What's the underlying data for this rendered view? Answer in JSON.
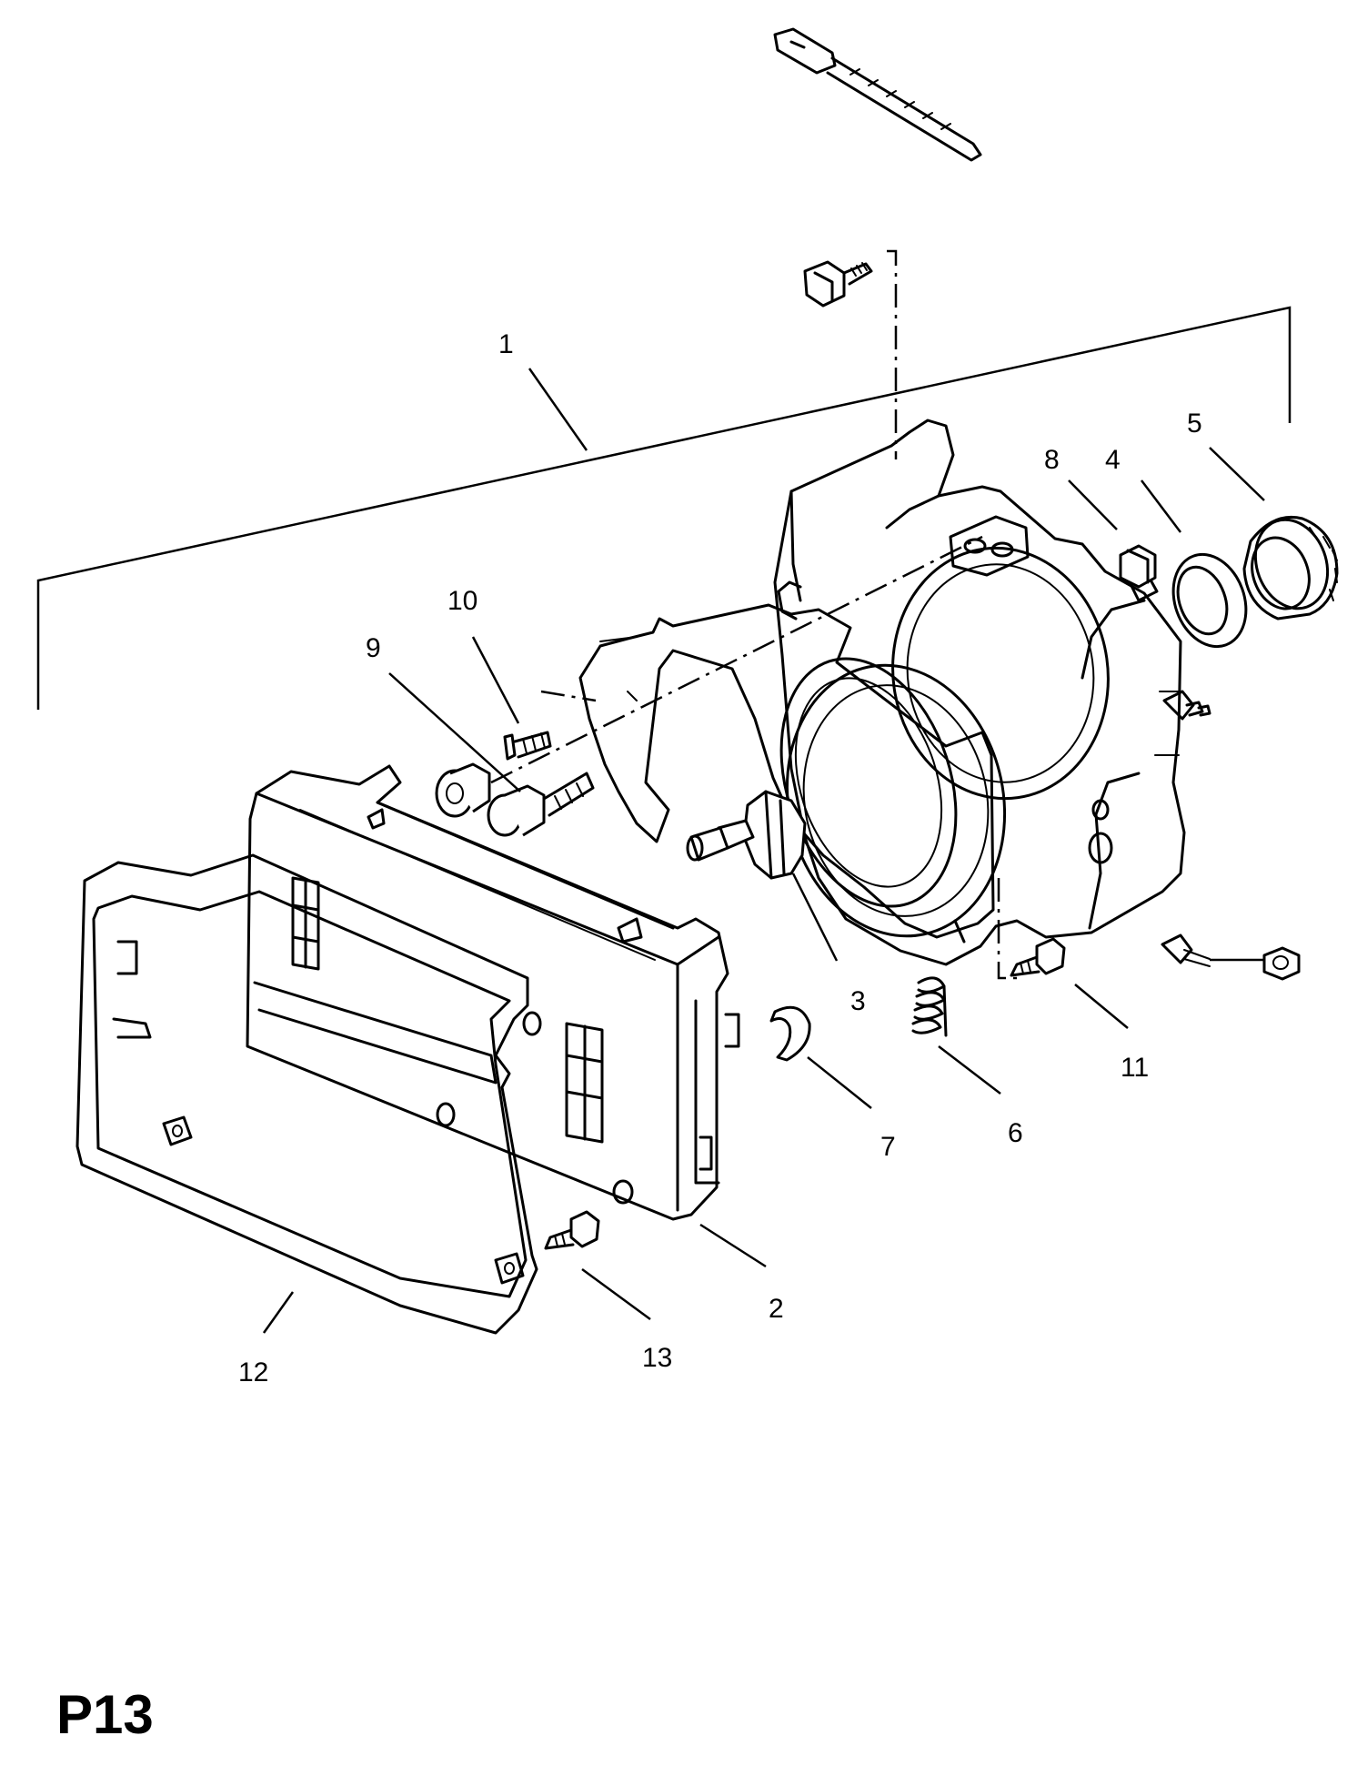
{
  "page_label": "P13",
  "callouts": [
    {
      "id": "1",
      "text": "1"
    },
    {
      "id": "2",
      "text": "2"
    },
    {
      "id": "3",
      "text": "3"
    },
    {
      "id": "4",
      "text": "4"
    },
    {
      "id": "5",
      "text": "5"
    },
    {
      "id": "6",
      "text": "6"
    },
    {
      "id": "7",
      "text": "7"
    },
    {
      "id": "8",
      "text": "8"
    },
    {
      "id": "9",
      "text": "9"
    },
    {
      "id": "10",
      "text": "10"
    },
    {
      "id": "11",
      "text": "11"
    },
    {
      "id": "12",
      "text": "12"
    },
    {
      "id": "13",
      "text": "13"
    }
  ]
}
